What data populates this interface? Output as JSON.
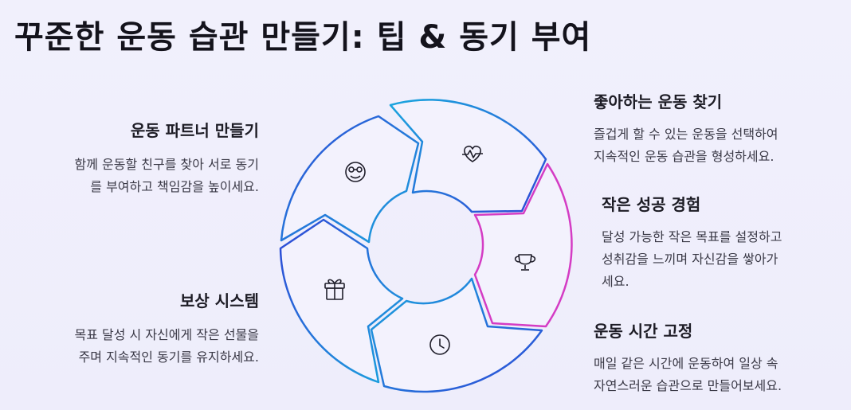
{
  "title": "꾸준한 운동 습관 만들기: 팁 & 동기 부여",
  "tips": [
    {
      "id": "partner",
      "heading": "운동 파트너 만들기",
      "lines": [
        "함께 운동할 친구를 찾아 서로 동기",
        "를 부여하고 책임감을 높이세요."
      ],
      "icon": "friends-face-icon"
    },
    {
      "id": "favorite",
      "heading": "좋아하는 운동 찾기",
      "lines": [
        "즐겁게 할 수 있는 운동을 선택하여",
        "지속적인 운동 습관을 형성하세요."
      ],
      "icon": "heartbeat-icon"
    },
    {
      "id": "small-success",
      "heading": "작은 성공 경험",
      "lines": [
        "달성 가능한 작은 목표를 설정하고",
        "성취감을 느끼며 자신감을 쌓아가",
        "세요."
      ],
      "icon": "trophy-icon"
    },
    {
      "id": "reward",
      "heading": "보상 시스템",
      "lines": [
        "목표 달성 시 자신에게 작은 선물을",
        "주며 지속적인 동기를 유지하세요."
      ],
      "icon": "gift-icon"
    },
    {
      "id": "fixed-time",
      "heading": "운동 시간 고정",
      "lines": [
        "매일 같은 시간에 운동하여 일상 속",
        "자연스러운 습관으로 만들어보세요."
      ],
      "icon": "clock-icon"
    }
  ],
  "colors": {
    "segment_fill": "#f3f2fd",
    "stroke_blue": "#2f47d6",
    "stroke_cyan": "#1aa6de",
    "stroke_magenta": "#d43cc4",
    "icon": "#1f1e2a"
  }
}
